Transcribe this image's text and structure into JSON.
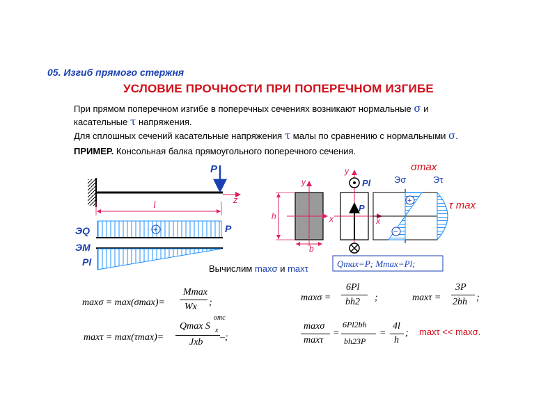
{
  "section_label": "05. Изгиб прямого стержня",
  "title": "УСЛОВИЕ ПРОЧНОСТИ ПРИ ПОПЕРЕЧНОМ ИЗГИБЕ",
  "para1": {
    "line1": "При прямом поперечном изгибе в поперечных сечениях возникают нормальные",
    "sigma": "σ",
    "and": "и",
    "line2a": "касательные",
    "tau": "τ",
    "line2b": "напряжения."
  },
  "para2": {
    "text_a": "Для сплошных сечений касательные напряжения",
    "tau": "τ",
    "text_b": "малы по сравнению с нормальными",
    "sigma": "σ",
    "period": "."
  },
  "example": {
    "label": "ПРИМЕР.",
    "text": "Консольная балка прямоугольного поперечного сечения."
  },
  "beam": {
    "load": "P",
    "axis_z": "z",
    "length": "l",
    "eq_label": "ЭQ",
    "em_label": "ЭМ",
    "eq_value": "P",
    "em_value": "Pl",
    "plus": "+"
  },
  "section_fig": {
    "y": "y",
    "x": "x",
    "h": "h",
    "b": "b"
  },
  "stress_fig": {
    "y": "y",
    "x": "x",
    "moment": "Pl",
    "force": "P",
    "sigma_max": "σmax",
    "e_sigma": "Эσ",
    "e_tau": "Эτ",
    "tau_max": "τ max",
    "plus": "+",
    "minus": "−",
    "box": "Qmax=P;   Mmax=Pl;"
  },
  "calc": {
    "text": "Вычислим",
    "a": "maxσ",
    "and": "и",
    "b": "maxτ"
  },
  "formulas": {
    "f1_lhs": "maxσ = max(σmax)=",
    "f1_num": "Mmax",
    "f1_den": "Wx",
    "f1_end": ";",
    "f2_lhs": "maxτ = max(τmax)=",
    "f2_num": "Qmax S",
    "f2_sup": "отс",
    "f2_sub": "x",
    "f2_den": "Jxb",
    "f2_end": "–;",
    "f3_lhs": "maxσ =",
    "f3_num": "6Pl",
    "f3_den": "bh2",
    "f3_end": ";",
    "f4_lhs": "maxτ =",
    "f4_num": "3P",
    "f4_den": "2bh",
    "f4_end": ";",
    "f5_num_l": "maxσ",
    "f5_den_l": "maxτ",
    "f5_eq": "=",
    "f5_num": "6Pl2bh",
    "f5_den": "bh23P",
    "f5_eq2": "=",
    "f5_num2": "4l",
    "f5_den2": "h",
    "f5_end": ";",
    "conclusion": "maxτ << maxσ."
  },
  "colors": {
    "blue": "#1a3fb0",
    "red": "#d0101a",
    "hatch": "#1e90ff",
    "magenta": "#e0205a"
  }
}
